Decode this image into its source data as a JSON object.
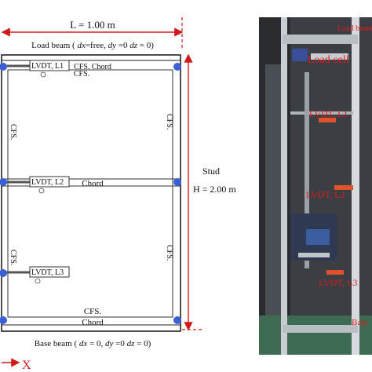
{
  "dimensions": {
    "length": "L = 1.00 m",
    "height_label": "Stud",
    "height": "H = 2.00 m"
  },
  "beams": {
    "load_beam_prefix": "Load beam ( ",
    "load_beam_dx": "dx",
    "load_beam_mid1": "=free, ",
    "load_beam_dy": "dy",
    "load_beam_mid2": " =0 ",
    "load_beam_dz": "dz",
    "load_beam_end": " = 0)",
    "base_beam_prefix": "Base beam ( ",
    "base_beam_dx": "dx",
    "base_beam_mid1": " = 0, ",
    "base_beam_dy": "dy",
    "base_beam_mid2": " =0 ",
    "base_beam_dz": "dz",
    "base_beam_end": " = 0)"
  },
  "members": {
    "cfs": "CFS.",
    "chord": "Chord",
    "cfs_chord": "CFS. Chord"
  },
  "lvdt": {
    "l1": "LVDT, L1",
    "l2": "LVDT, L2",
    "l3": "LVDT, L3"
  },
  "axis": {
    "x": "X"
  },
  "photo_labels": {
    "load_beam": "Load beam",
    "load_cell": "Load cell",
    "l1": "LVDT, L1",
    "l2": "LVDT, L2",
    "l3": "LVDT, L3",
    "base": "Base"
  },
  "colors": {
    "dimension_red": "#d01818",
    "node_blue": "#3d5fd6",
    "photo_label_red": "#e21a1a"
  }
}
